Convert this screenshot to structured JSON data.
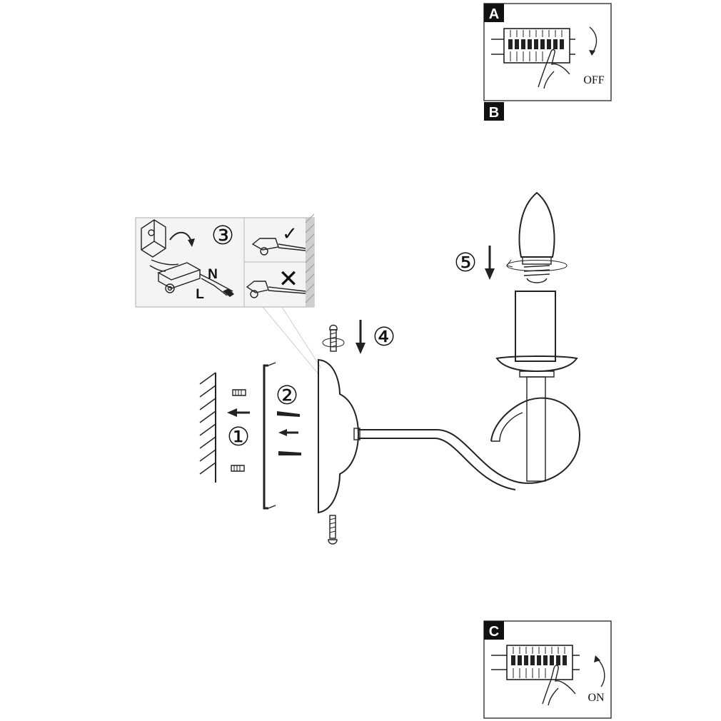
{
  "panels": {
    "a": {
      "tag": "A",
      "switch_label": "OFF"
    },
    "b": {
      "tag": "B"
    },
    "c": {
      "tag": "C",
      "switch_label": "ON"
    }
  },
  "steps": [
    "①",
    "②",
    "③",
    "④",
    "⑤"
  ],
  "wiring": {
    "neutral": "N",
    "live": "L"
  },
  "checks": {
    "correct": "✓",
    "wrong": "✕"
  },
  "colors": {
    "line": "#222222",
    "label_bg": "#111111",
    "detail_bg": "#f2f2f2",
    "wall": "#bdbdbd"
  }
}
